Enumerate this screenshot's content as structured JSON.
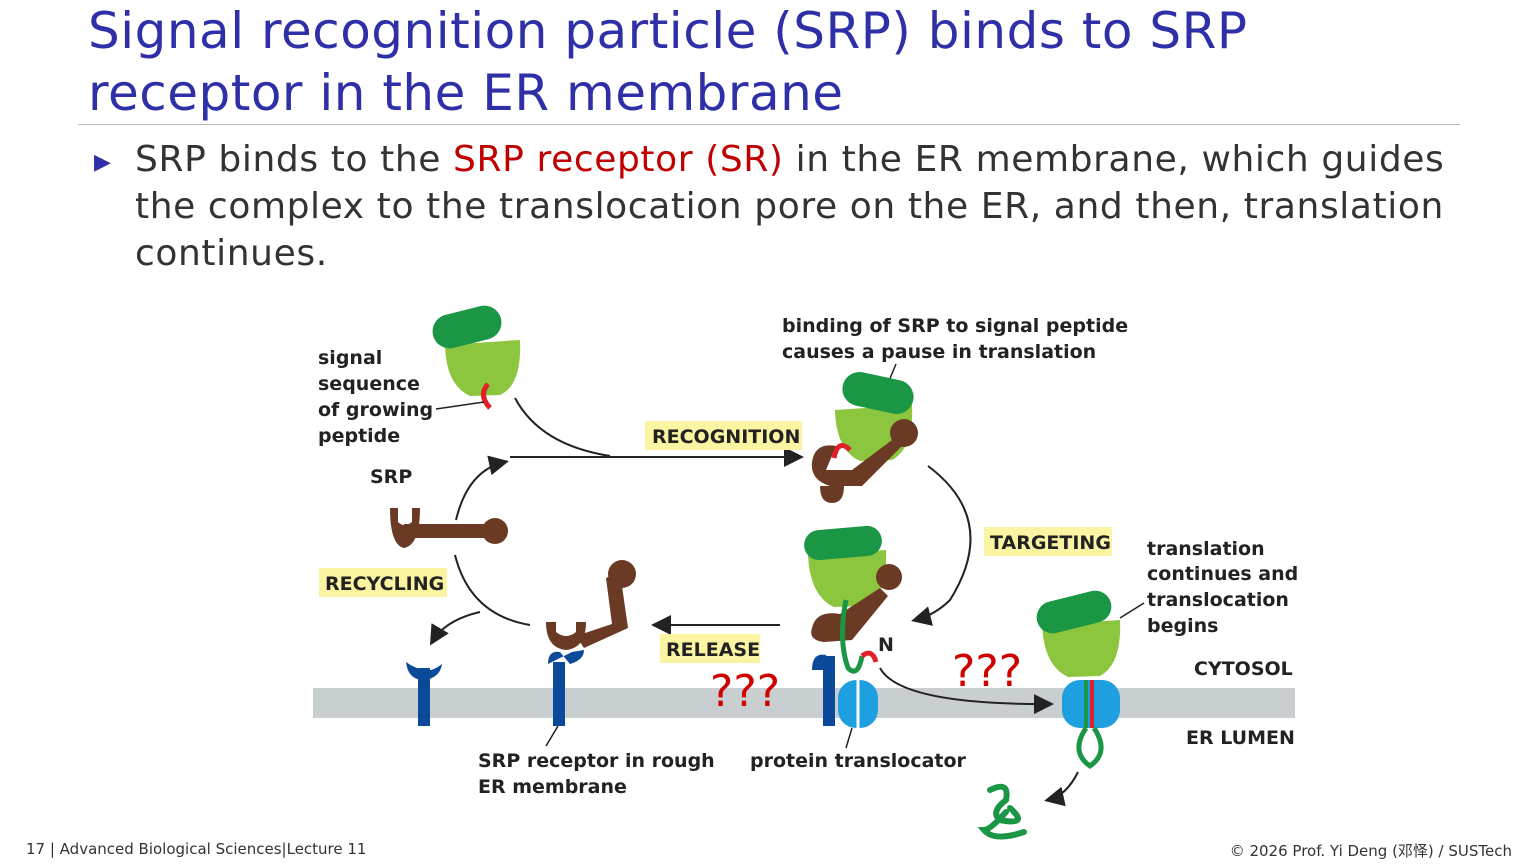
{
  "slide": {
    "title": "Signal recognition particle (SRP) binds to SRP receptor in the ER membrane",
    "bullet_mark": "▶",
    "bullet_pre": "SRP binds to the ",
    "bullet_highlight": "SRP receptor (SR)",
    "bullet_post": " in the ER membrane, which guides the complex to the translocation pore on the ER, and then, translation continues."
  },
  "diagram": {
    "labels": {
      "signal_1": "signal",
      "signal_2": "sequence",
      "signal_3": "of growing",
      "signal_4": "peptide",
      "srp": "SRP",
      "binding_1": "binding of SRP to signal peptide",
      "binding_2": "causes a pause in translation",
      "translation_1": "translation",
      "translation_2": "continues and",
      "translation_3": "translocation",
      "translation_4": "begins",
      "cytosol": "CYTOSOL",
      "er_lumen": "ER LUMEN",
      "receptor_1": "SRP receptor in rough",
      "receptor_2": "ER membrane",
      "translocator": "protein translocator",
      "n_terminus": "N"
    },
    "steps": {
      "recognition": "RECOGNITION",
      "targeting": "TARGETING",
      "release": "RELEASE",
      "recycling": "RECYCLING"
    },
    "question_marks": [
      "???",
      "???"
    ],
    "colors": {
      "ribosome_large": "#1a9645",
      "ribosome_small": "#8cc63f",
      "srp": "#6b3a24",
      "receptor": "#0b4a9a",
      "translocator": "#1ea0e0",
      "signal_peptide": "#e0202a",
      "membrane": "#c9cfd0",
      "step_box": "#fbf4a3",
      "question_mark": "#d00000",
      "title": "#2f2fa8",
      "highlight": "#c00000"
    }
  },
  "footer": {
    "left": "17 | Advanced Biological Sciences|Lecture 11",
    "right": "© 2026 Prof. Yi Deng (邓怿) / SUSTech"
  }
}
